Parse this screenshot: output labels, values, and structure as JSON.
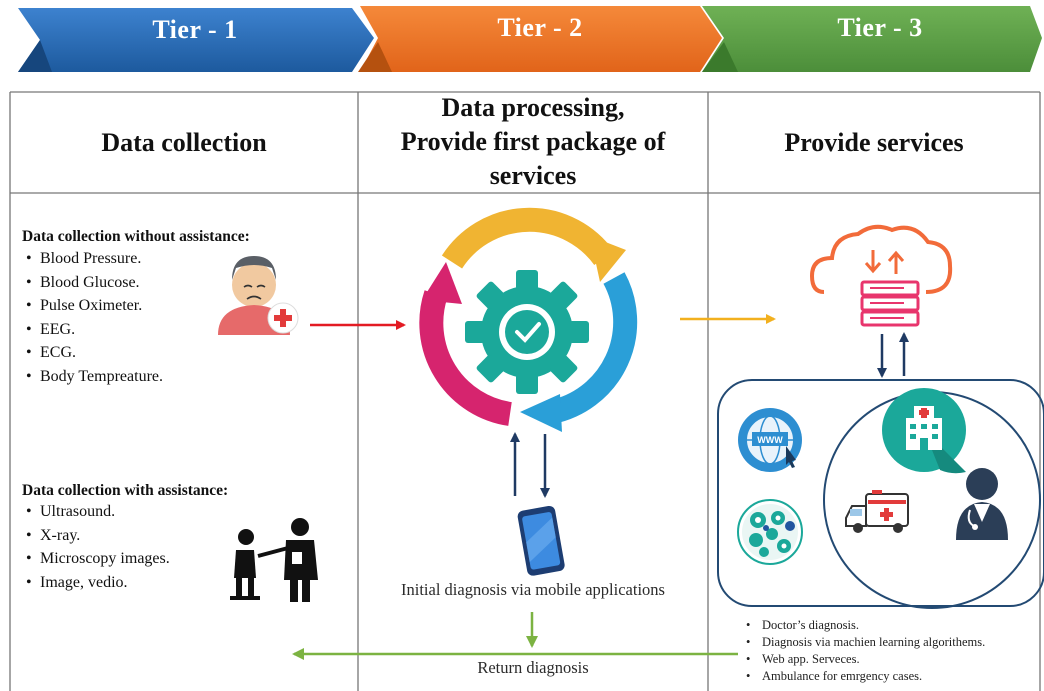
{
  "tiers": [
    {
      "label": "Tier - 1",
      "color": "#2f6fbf"
    },
    {
      "label": "Tier - 2",
      "color": "#ee7422"
    },
    {
      "label": "Tier - 3",
      "color": "#5fa04a"
    }
  ],
  "columns": {
    "col1_title": "Data collection",
    "col2_title": [
      "Data processing,",
      "Provide first package of",
      "services"
    ],
    "col3_title": "Provide services"
  },
  "without_assistance": {
    "heading": "Data collection without assistance:",
    "items": [
      "Blood Pressure.",
      "Blood Glucose.",
      "Pulse Oximeter.",
      "EEG.",
      "ECG.",
      "Body Tempreature."
    ]
  },
  "with_assistance": {
    "heading": "Data collection with assistance:",
    "items": [
      "Ultrasound.",
      "X-ray.",
      "Microscopy images.",
      "Image, vedio."
    ]
  },
  "processing": {
    "mobile_caption": "Initial diagnosis via mobile applications",
    "return_caption": "Return diagnosis"
  },
  "services": {
    "items": [
      "Doctor’s diagnosis.",
      "Diagnosis via machien learning algorithems.",
      "Web app. Serveces.",
      "Ambulance for emrgency cases."
    ],
    "web_icon_text": "WWW"
  },
  "colors": {
    "red_arrow": "#e31b23",
    "yellow_arrow": "#f2b01e",
    "green_arrow": "#7cb342",
    "navy_arrow": "#1f3a63",
    "gear": "#1ba89a",
    "cloud": "#f26b3a",
    "server": "#e8356d",
    "border": "#777777"
  },
  "icons": [
    "patient-icon",
    "doctor-patient-icon",
    "gear-cycle-icon",
    "smartphone-icon",
    "cloud-server-icon",
    "www-globe-icon",
    "hospital-icon",
    "brain-gears-icon",
    "ambulance-icon",
    "doctor-icon"
  ]
}
